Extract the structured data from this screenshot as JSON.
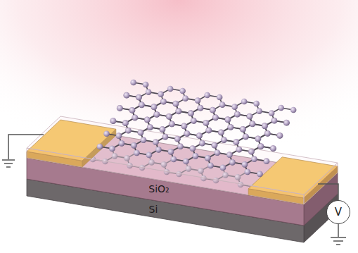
{
  "diagram": {
    "nodes": [
      {
        "text": [
          "SiO₂"
        ]
      },
      {
        "text": [
          "Si"
        ]
      },
      {
        "text": [
          "V"
        ]
      }
    ]
  }
}
